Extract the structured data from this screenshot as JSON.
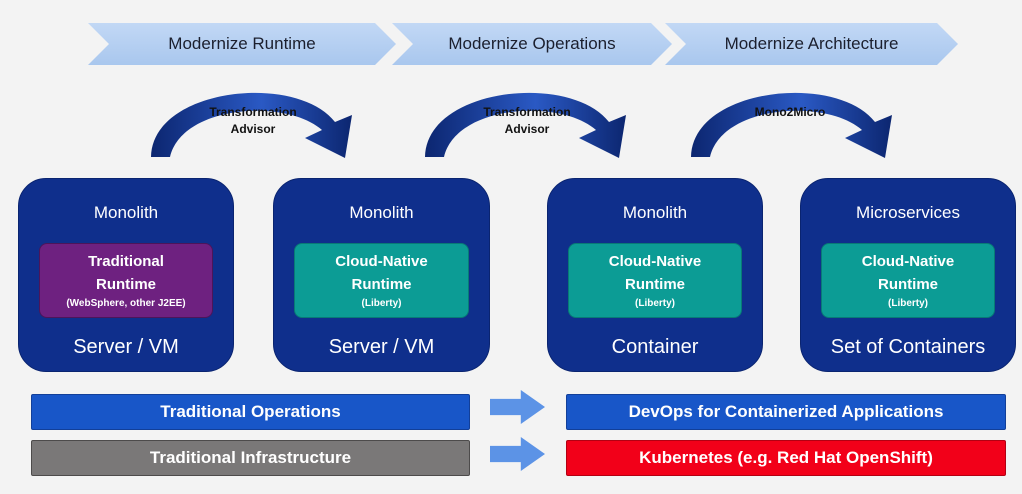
{
  "stages": [
    "Modernize Runtime",
    "Modernize Operations",
    "Modernize Architecture"
  ],
  "transitions": [
    "Transformation\nAdvisor",
    "Transformation\nAdvisor",
    "Mono2Micro"
  ],
  "cards": [
    {
      "top": "Monolith",
      "runtime_line1": "Traditional",
      "runtime_line2": "Runtime",
      "runtime_note": "(WebSphere, other J2EE)",
      "bottom": "Server / VM"
    },
    {
      "top": "Monolith",
      "runtime_line1": "Cloud-Native",
      "runtime_line2": "Runtime",
      "runtime_note": "(Liberty)",
      "bottom": "Server / VM"
    },
    {
      "top": "Monolith",
      "runtime_line1": "Cloud-Native",
      "runtime_line2": "Runtime",
      "runtime_note": "(Liberty)",
      "bottom": "Container"
    },
    {
      "top": "Microservices",
      "runtime_line1": "Cloud-Native",
      "runtime_line2": "Runtime",
      "runtime_note": "(Liberty)",
      "bottom": "Set of Containers"
    }
  ],
  "operations": {
    "from": "Traditional Operations",
    "to": "DevOps for Containerized Applications"
  },
  "infrastructure": {
    "from": "Traditional Infrastructure",
    "to": "Kubernetes (e.g. Red Hat OpenShift)"
  },
  "colors": {
    "card": "#0f2f8c",
    "traditional_runtime": "#6e2180",
    "cloud_native_runtime": "#0c9c95",
    "blue_bar": "#1856c8",
    "gray_bar": "#7a7878",
    "red_bar": "#f20019",
    "chevron": "#b7d0f2",
    "arrow": "#5c93e6"
  }
}
